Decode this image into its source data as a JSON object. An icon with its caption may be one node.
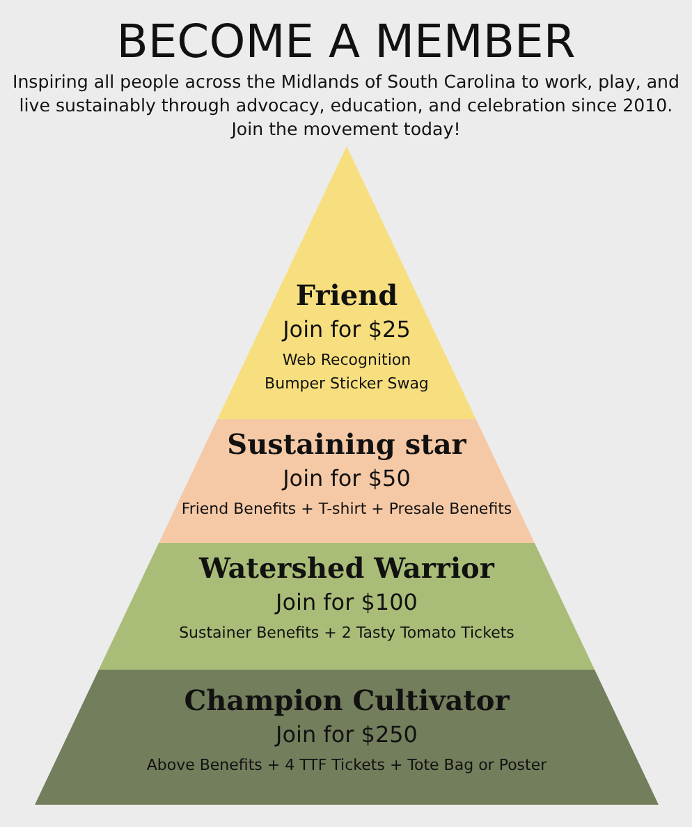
{
  "diagram": {
    "title": "BECOME A MEMBER",
    "caption": "Inspiring all people across the Midlands of South Carolina to work, play, and live sustainably through advocacy, education, and celebration since 2010. Join the movement today!",
    "nodes": [
      {
        "text": [
          "Friend",
          "Join for $25",
          "Web Recognition",
          "Bumper Sticker Swag"
        ]
      },
      {
        "text": [
          "Sustaining star",
          "Join for $50",
          "Friend Benefits + T-shirt + Presale Benefits"
        ]
      },
      {
        "text": [
          "Watershed Warrior",
          "Join for $100",
          "Sustainer Benefits + 2 Tasty Tomato Tickets"
        ]
      },
      {
        "text": [
          "Champion Cultivator",
          "Join for $250",
          "Above Benefits + 4 TTF Tickets + Tote Bag or Poster"
        ]
      }
    ],
    "edges": []
  }
}
